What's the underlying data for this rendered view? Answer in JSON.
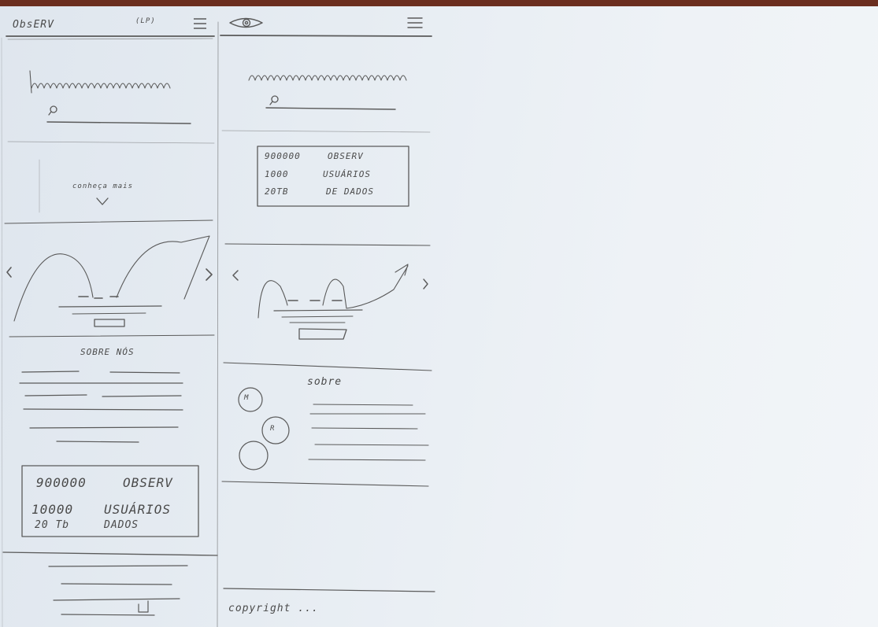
{
  "left_mockup": {
    "header": {
      "logo": "ObsERV",
      "badge": "(LP)",
      "menu_icon": "hamburger-icon"
    },
    "search": {
      "icon": "search-icon"
    },
    "cta": {
      "label": "conheça mais",
      "icon": "chevron-down-icon"
    },
    "carousel": {
      "prev_icon": "chevron-left-icon",
      "next_icon": "chevron-right-icon"
    },
    "about": {
      "title": "SOBRE NÓS"
    },
    "stats": {
      "line1_value": "900000",
      "line1_label": "OBSERV",
      "line2_value": "10000",
      "line2_label": "USUÁRIOS",
      "line3_value": "20 Tb",
      "line3_label": "DADOS"
    }
  },
  "right_mockup": {
    "header": {
      "logo_icon": "eye-icon",
      "menu_icon": "hamburger-icon"
    },
    "search": {
      "icon": "search-icon"
    },
    "stats": {
      "line1_value": "900000",
      "line1_label": "OBSERV",
      "line2_value": "1000",
      "line2_label": "USUÁRIOS",
      "line3_value": "20TB",
      "line3_label": "DE DADOS"
    },
    "carousel": {
      "prev_icon": "chevron-left-icon",
      "next_icon": "chevron-right-icon"
    },
    "about": {
      "title": "sobre",
      "avatar1": "M",
      "avatar2": "R"
    },
    "footer": {
      "copyright": "copyright ..."
    }
  }
}
